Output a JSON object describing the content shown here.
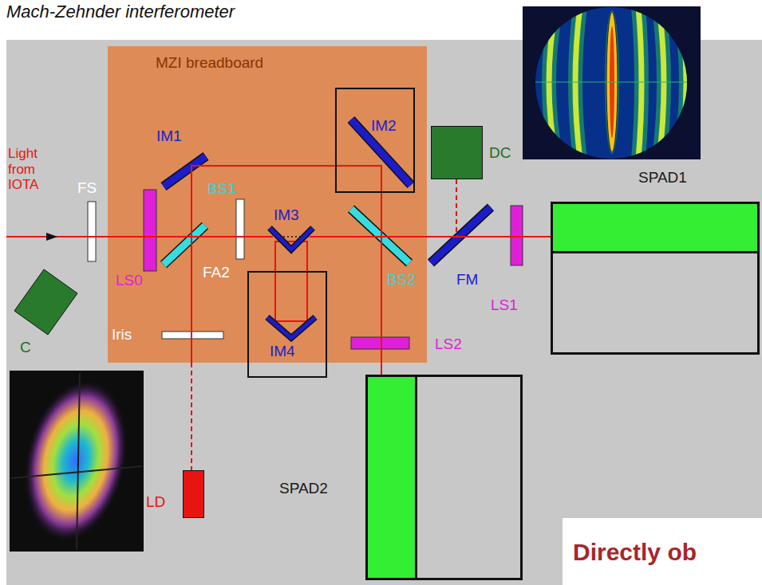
{
  "diagram": {
    "title": "Mach-Zehnder interferometer",
    "nodes": [
      {
        "text": [
          "MZI breadboard"
        ]
      },
      {
        "text": [
          "IM2"
        ],
        "in": 0
      },
      {
        "text": [
          "DC"
        ]
      },
      {
        "text": [
          "SPAD1"
        ]
      },
      {
        "text": [
          "IM4"
        ],
        "in": 0
      },
      {
        "text": [
          "C"
        ]
      },
      {
        "text": [
          "SPAD2"
        ]
      },
      {
        "text": [
          "LD"
        ]
      },
      {
        "text": [
          "Directly ob"
        ]
      }
    ],
    "edges": [
      {
        "from": 1,
        "to": 6,
        "arrow": "none"
      }
    ],
    "labels": [
      "Light from IOTA",
      "FS",
      "LS0",
      "IM1",
      "BS1",
      "FA2",
      "IM3",
      "BS2",
      "FM",
      "LS1",
      "LS2",
      "Iris"
    ]
  }
}
